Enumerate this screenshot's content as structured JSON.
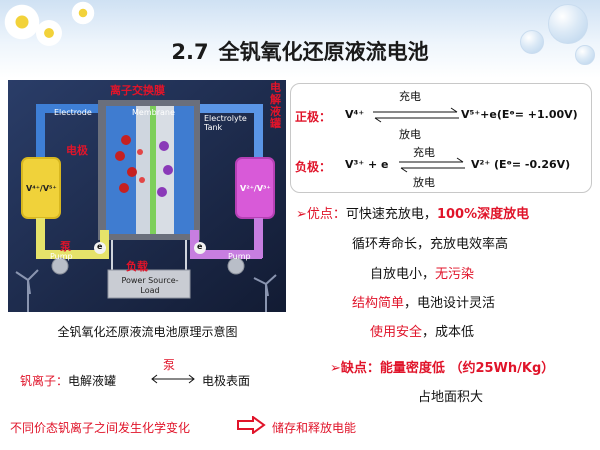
{
  "title": {
    "number": "2.7",
    "text": "全钒氧化还原液流电池"
  },
  "diagram": {
    "labels": {
      "ion_membrane": "离子交换膜",
      "electrode": "Electrode",
      "membrane": "Membrane",
      "electrolyte_tank": "Electrolyte Tank",
      "tank_cn": "电解液罐",
      "electrode_cn": "电极",
      "pump_cn": "泵",
      "pump": "Pump",
      "load_cn": "负载",
      "power_load": "Power Source-Load",
      "tank_left": "V⁴⁺/V⁵⁺",
      "tank_right": "V²⁺/V³⁺",
      "electron": "e"
    }
  },
  "caption": "全钒氧化还原液流电池原理示意图",
  "vanadium_line": {
    "label": "钒离子：",
    "left": "电解液罐",
    "pump": "泵",
    "right": "电极表面"
  },
  "bottom_line": {
    "left": "不同价态钒离子之间发生化学变化",
    "right": "储存和释放电能"
  },
  "equations": {
    "positive": {
      "label": "正极：",
      "left": "V⁴⁺",
      "charge": "充电",
      "discharge": "放电",
      "right": "V⁵⁺+e(Eᶱ= +1.00V)"
    },
    "negative": {
      "label": "负极：",
      "left": "V³⁺ + e",
      "charge": "充电",
      "discharge": "放电",
      "right": "V²⁺ (Eᶱ= -0.26V)"
    }
  },
  "advantages": {
    "label": "优点：",
    "line1_a": "可快速充放电，",
    "line1_b": "100%深度放电",
    "line2": "循环寿命长，充放电效率高",
    "line3_a": "自放电小，",
    "line3_b": "无污染",
    "line4_a": "结构简单",
    "line4_b": "，电池设计灵活",
    "line5_a": "使用安全",
    "line5_b": "，成本低"
  },
  "disadvantages": {
    "label": "缺点：",
    "line1": "能量密度低 （约25Wh/Kg）",
    "line2": "占地面积大"
  },
  "colors": {
    "accent_red": "#e0142a",
    "header_blue": "#cfe1f3",
    "diagram_bg": "#1d2a4a"
  }
}
